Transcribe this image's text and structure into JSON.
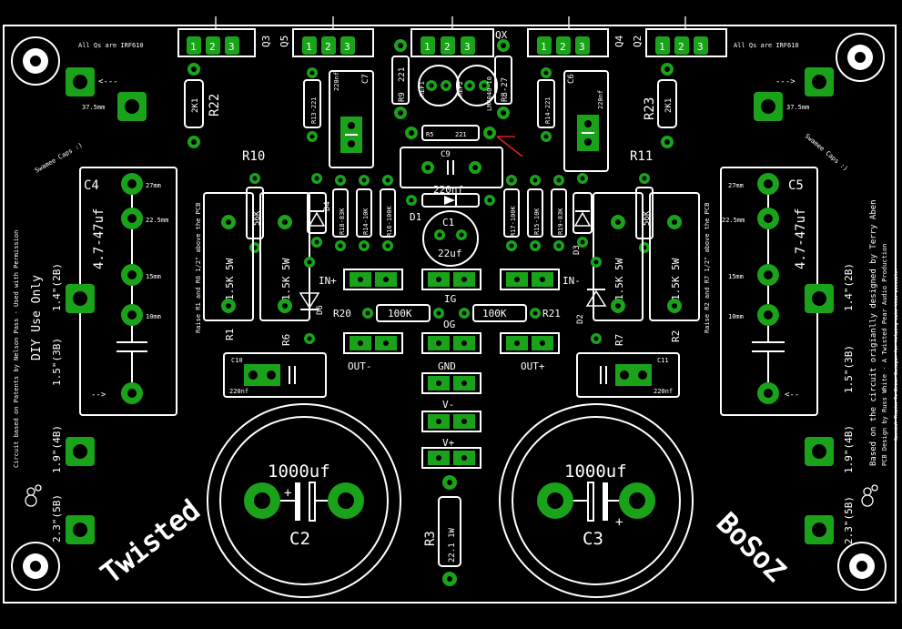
{
  "colors": {
    "background": "#000000",
    "outline": "#ffffff",
    "pad": "#1aa31a",
    "pad_hole": "#000000",
    "arrow": "#e02020"
  },
  "header": {
    "transistors": [
      "Q3",
      "Q5",
      "QX",
      "Q4",
      "Q2"
    ],
    "pin_labels": [
      "1",
      "2",
      "3"
    ],
    "all_qs_left": "All Qs are IRF610",
    "all_qs_right": "All Qs are IRF610"
  },
  "corners": {
    "spacing_left": "37.5mm",
    "spacing_right": "37.5mm",
    "caps_left": "Swamee Caps :)",
    "caps_right": "Swamee Caps :)"
  },
  "resistors": {
    "r22": "R22",
    "r22_val": "2K1",
    "r23": "R23",
    "r23_val": "2K1",
    "r13": "R13-221",
    "r14": "R14-221",
    "r9": "R9",
    "r9_val": "221",
    "r8": "R8-27",
    "r5": "R5",
    "r5_val": "221",
    "r10": "R10",
    "r10_val": "56K",
    "r11": "R11",
    "r11_val": "56K",
    "r18": "R18-83K",
    "r14b": "R14-10K",
    "r16": "R16-100K",
    "r17": "R17-100K",
    "r15": "R15-10K",
    "r19": "R19-83K",
    "r1": "R1",
    "r6": "R6",
    "r7": "R7",
    "r2": "R2",
    "r_val": "1.5K 5W",
    "r20": "R20",
    "r21": "R21",
    "r_100k": "100K",
    "r3": "R3",
    "r3_val": "22.1 1W"
  },
  "caps": {
    "c4": "C4",
    "c5": "C5",
    "c_val": "4.7-47uf",
    "c6": "C6",
    "c7": "C7",
    "c_220nf": "220nf",
    "c9": "C9",
    "c9_val": "220nf",
    "c1": "C1",
    "c1_val": "22uf",
    "c10": "C10",
    "c11": "C11",
    "c2": "C2",
    "c3": "C3",
    "c_big_val": "1000uf"
  },
  "refs": {
    "ref1": "REF1",
    "ref2": "REF2",
    "lm": "LM4040-10"
  },
  "diodes": {
    "d1": "D1",
    "d2": "D2",
    "d3": "D3",
    "d4": "D4",
    "d6": "D6"
  },
  "io": {
    "in_minus": "IN-",
    "in_plus": "IN+",
    "ig": "IG",
    "og": "OG",
    "out_minus": "OUT-",
    "out_plus": "OUT+",
    "gnd": "GND",
    "v_minus": "V-",
    "v_plus": "V+"
  },
  "cap_spacing": {
    "s27": "27mm",
    "s225": "22.5mm",
    "s15": "15mm",
    "s10": "10mm"
  },
  "pitch": {
    "p1": "1.4\"(2B)",
    "p2": "1.5\"(3B)",
    "p3": "1.9\"(4B)",
    "p4": "2.3\"(5B)"
  },
  "notes": {
    "raise_left": "Raise R1 and R6 1/2\" above the PCB",
    "raise_right": "Raise R2 and R7 1/2\" above the PCB",
    "left_credit": "Circuit based on Patents by Nelson Pass - Used with Permission",
    "diy": "DIY Use Only",
    "right_credit": "Based on the circuit origianlly designed by Terry Aben",
    "pcb_credit": "PCB Design by Russ White - A Twisted Pear Audio Production",
    "thanks": "Special Thanks To Brian Donegan for helping make this possible."
  },
  "branding": {
    "left": "Twisted",
    "right": "BoSoZ"
  }
}
